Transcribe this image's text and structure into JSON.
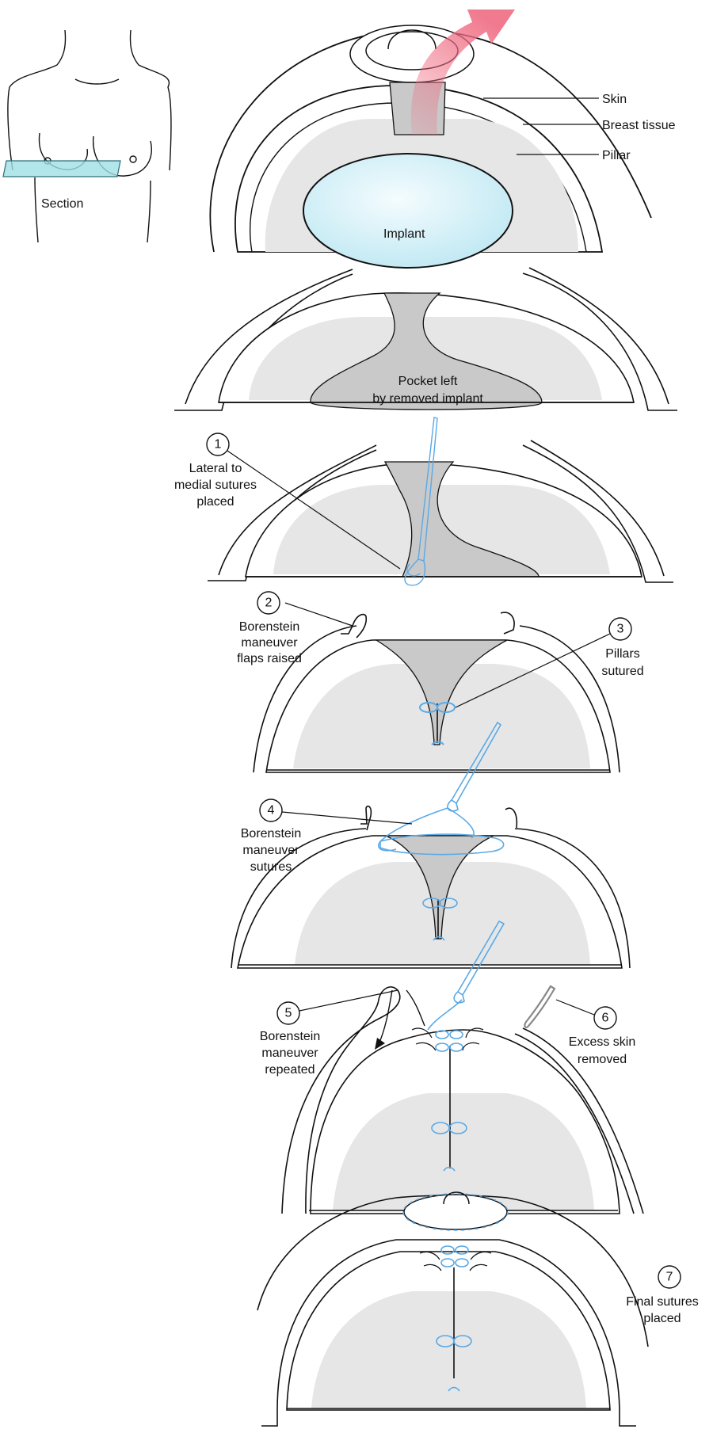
{
  "colors": {
    "stroke": "#111111",
    "tissue": "#e6e6e6",
    "pillar": "#c9c9c9",
    "suture": "#5aa9e6",
    "implant": "#cdeef7",
    "arrow": "#ef6b82",
    "band": "#9fe0e6"
  },
  "figure": {
    "section_label": "Section",
    "top_labels": {
      "skin": "Skin",
      "breast_tissue": "Breast tissue",
      "pillar": "Pillar",
      "implant": "Implant"
    },
    "pocket_label": {
      "line1": "Pocket left",
      "line2": "by removed implant"
    }
  },
  "steps": [
    {
      "number": "1",
      "lines": [
        "Lateral to",
        "medial sutures",
        "placed"
      ]
    },
    {
      "number": "2",
      "lines": [
        "Borenstein",
        "maneuver",
        "flaps raised"
      ]
    },
    {
      "number": "3",
      "lines": [
        "Pillars",
        "sutured"
      ]
    },
    {
      "number": "4",
      "lines": [
        "Borenstein",
        "maneuver",
        "sutures"
      ]
    },
    {
      "number": "5",
      "lines": [
        "Borenstein",
        "maneuver",
        "repeated"
      ]
    },
    {
      "number": "6",
      "lines": [
        "Excess skin",
        "removed"
      ]
    },
    {
      "number": "7",
      "lines": [
        "Final sutures",
        "placed"
      ]
    }
  ]
}
